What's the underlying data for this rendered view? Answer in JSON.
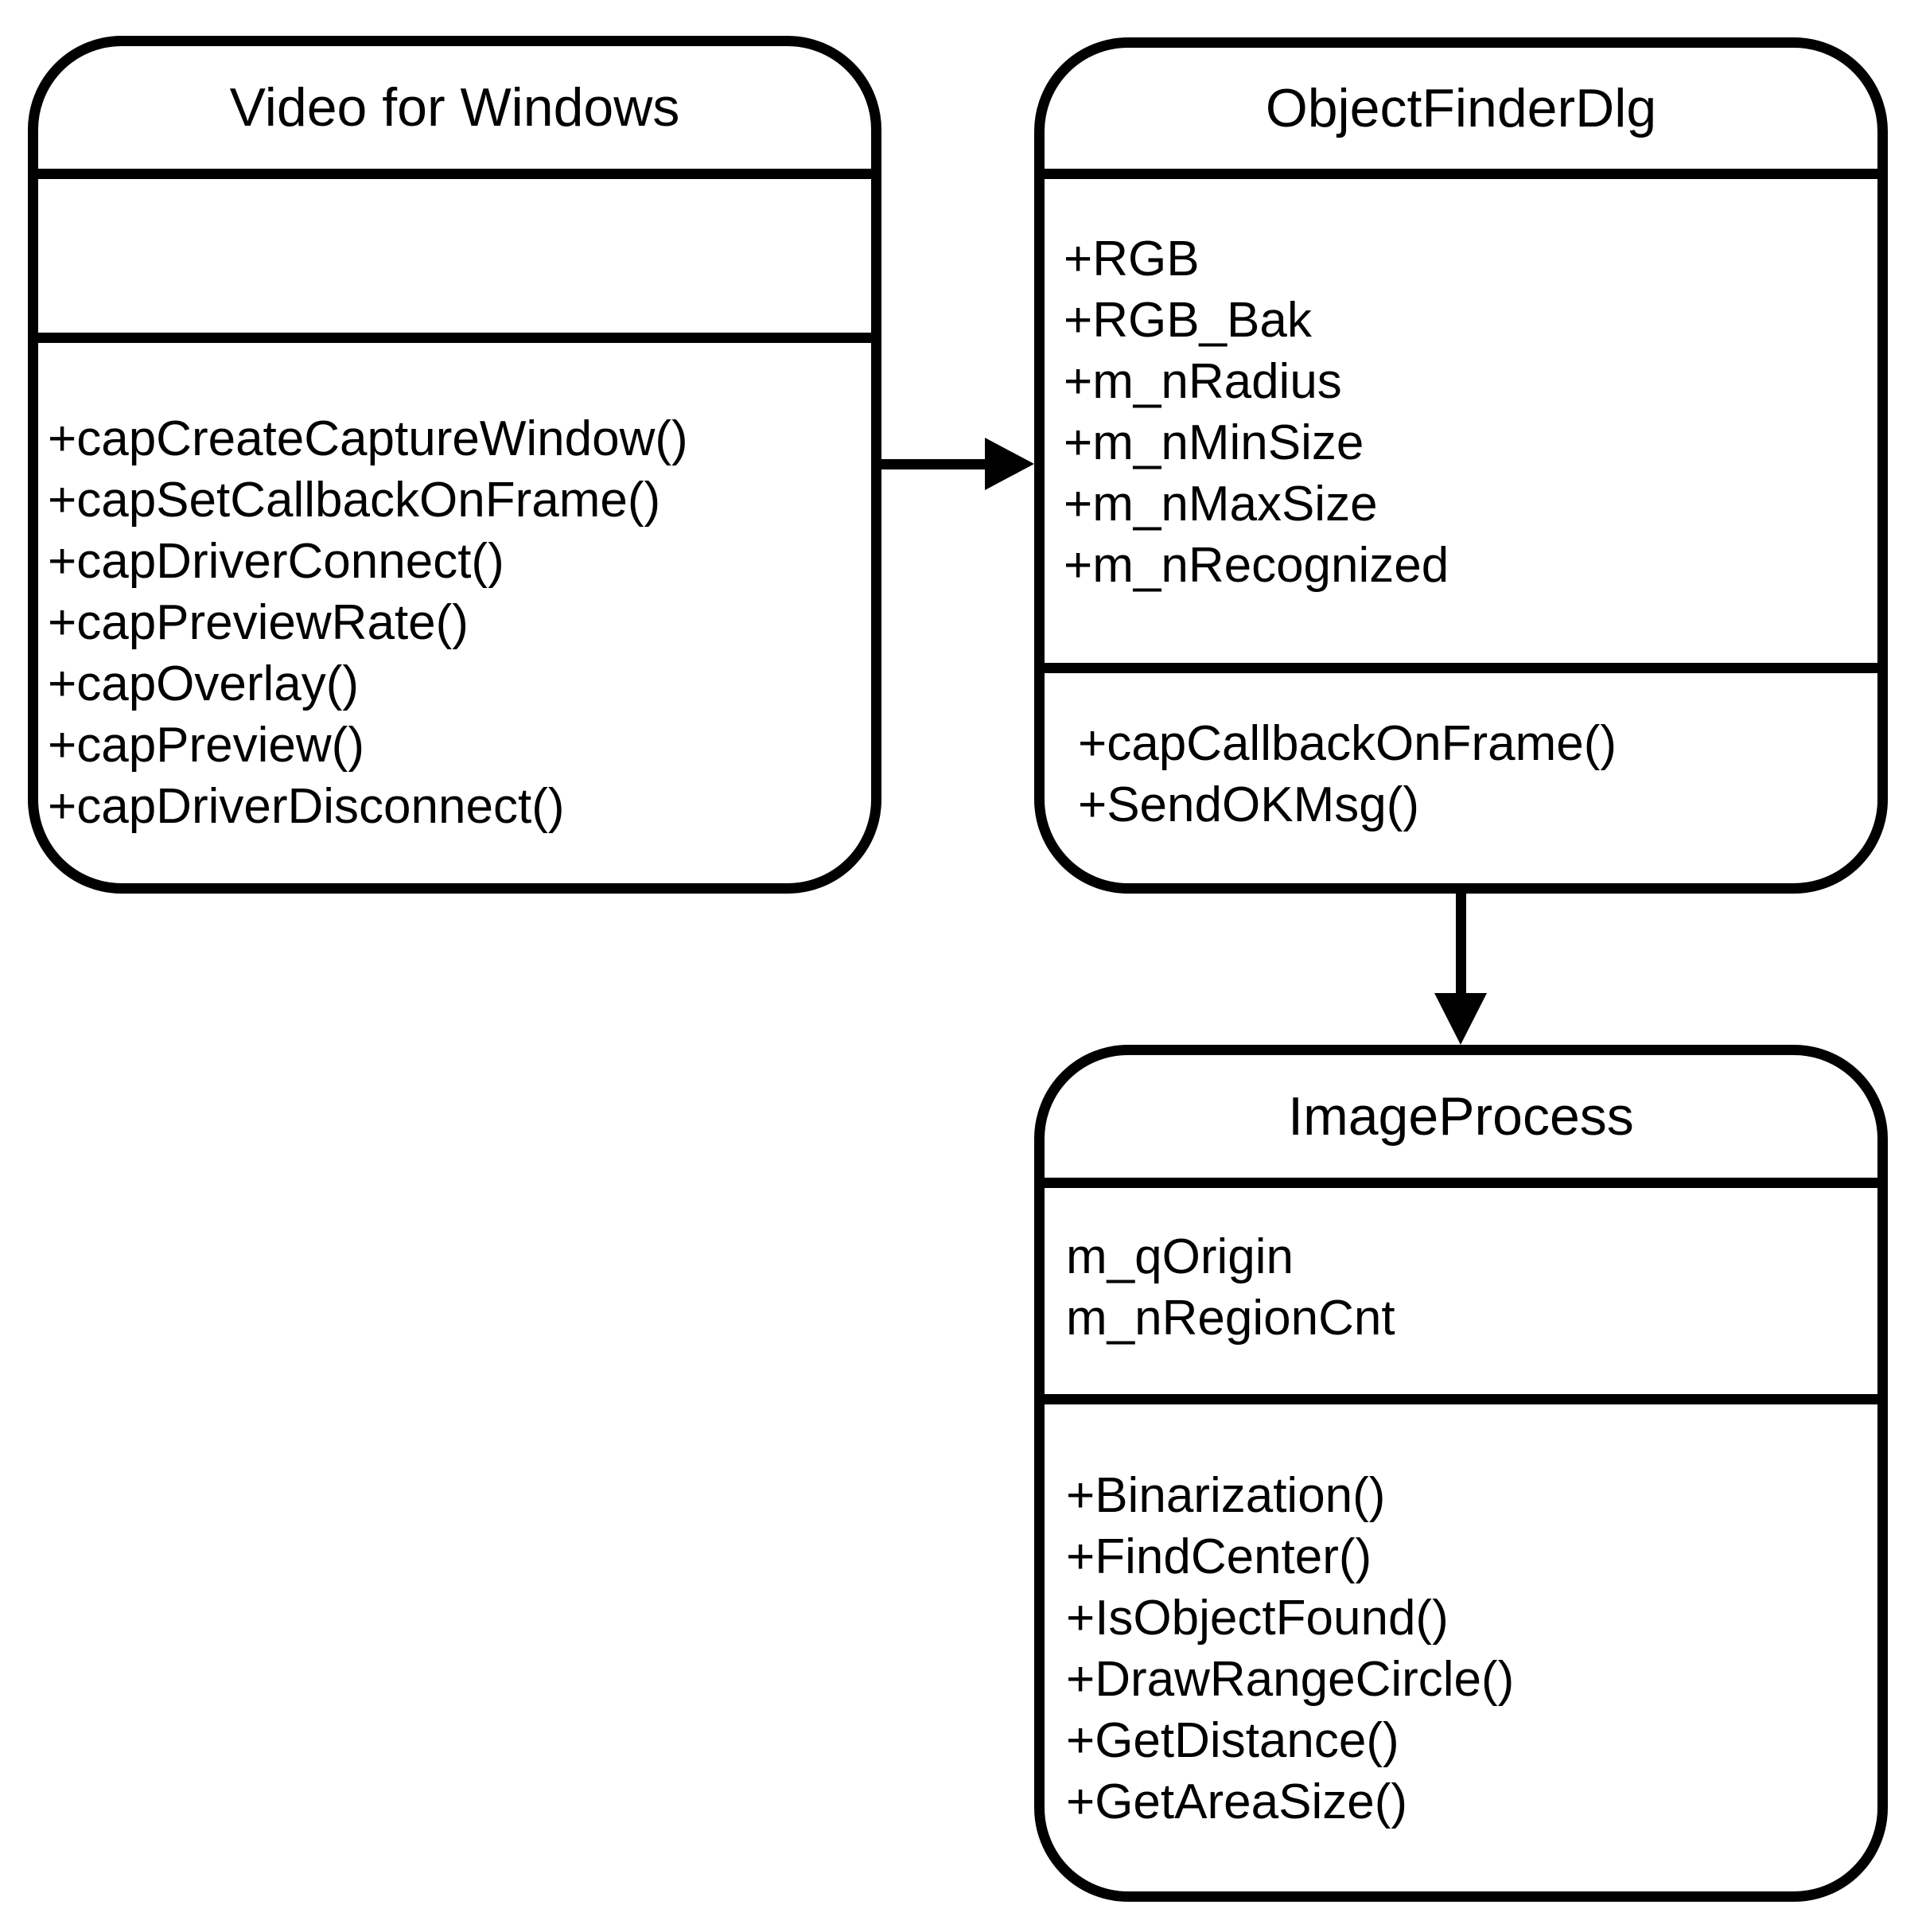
{
  "diagram": {
    "type": "uml-class-diagram",
    "colors": {
      "stroke": "#000000",
      "background": "#ffffff"
    },
    "classes": [
      {
        "name": "Video for Windows",
        "attributes": [],
        "methods": [
          "+capCreateCaptureWindow()",
          "+capSetCallbackOnFrame()",
          "+capDriverConnect()",
          "+capPreviewRate()",
          "+capOverlay()",
          "+capPreview()",
          "+capDriverDisconnect()"
        ]
      },
      {
        "name": "ObjectFinderDlg",
        "attributes": [
          "+RGB",
          "+RGB_Bak",
          "+m_nRadius",
          "+m_nMinSize",
          "+m_nMaxSize",
          "+m_nRecognized"
        ],
        "methods": [
          "+capCallbackOnFrame()",
          "+SendOKMsg()"
        ]
      },
      {
        "name": "ImageProcess",
        "attributes": [
          "m_qOrigin",
          "m_nRegionCnt"
        ],
        "methods": [
          "+Binarization()",
          "+FindCenter()",
          "+IsObjectFound()",
          "+DrawRangeCircle()",
          "+GetDistance()",
          "+GetAreaSize()"
        ]
      }
    ],
    "relations": [
      {
        "from": "Video for Windows",
        "to": "ObjectFinderDlg",
        "style": "solid-arrow",
        "direction": "right"
      },
      {
        "from": "ObjectFinderDlg",
        "to": "ImageProcess",
        "style": "solid-arrow",
        "direction": "down"
      }
    ]
  }
}
